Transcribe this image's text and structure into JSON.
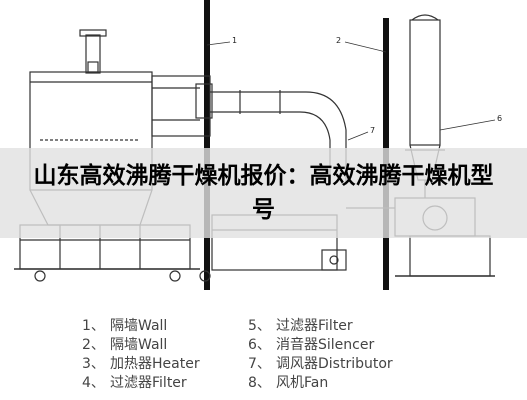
{
  "title": "山东高效沸腾干燥机报价：高效沸腾干燥机型号",
  "callouts": [
    "1",
    "2",
    "6",
    "7"
  ],
  "legend": {
    "left": [
      {
        "num": "1、",
        "label": "隔墙Wall"
      },
      {
        "num": "2、",
        "label": "隔墙Wall"
      },
      {
        "num": "3、",
        "label": "加热器Heater"
      },
      {
        "num": "4、",
        "label": "过滤器Filter"
      }
    ],
    "right": [
      {
        "num": "5、",
        "label": "过滤器Filter"
      },
      {
        "num": "6、",
        "label": "消音器Silencer"
      },
      {
        "num": "7、",
        "label": "调风器Distributor"
      },
      {
        "num": "8、",
        "label": "风机Fan"
      }
    ]
  },
  "colors": {
    "line": "#333333",
    "wall": "#111111",
    "banner": "#e1e1e1"
  }
}
